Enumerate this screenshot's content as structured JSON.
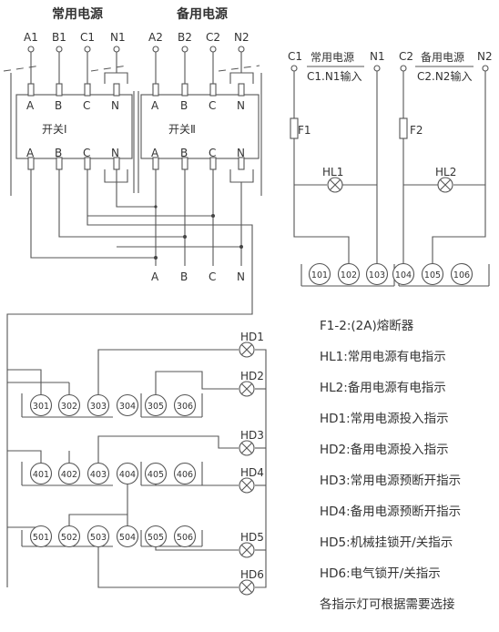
{
  "header": {
    "main_source": "常用电源",
    "backup_source": "备用电源"
  },
  "inputs": {
    "A1": "A1",
    "B1": "B1",
    "C1": "C1",
    "N1": "N1",
    "A2": "A2",
    "B2": "B2",
    "C2": "C2",
    "N2": "N2"
  },
  "switch1": {
    "label": "开关Ⅰ"
  },
  "switch2": {
    "label": "开关Ⅱ"
  },
  "phases": [
    "A",
    "B",
    "C",
    "N"
  ],
  "outputs": [
    "A",
    "B",
    "C",
    "N"
  ],
  "source_indicators": {
    "left_c": "C1",
    "left_n": "N1",
    "left_name": "常用电源",
    "left_sub": "C1.N1输入",
    "right_c": "C2",
    "right_n": "N2",
    "right_name": "备用电源",
    "right_sub": "C2.N2输入",
    "fuse1": "F1",
    "fuse2": "F2",
    "lamp1": "HL1",
    "lamp2": "HL2"
  },
  "terminals_top": [
    "101",
    "102",
    "103",
    "104",
    "105",
    "106"
  ],
  "terminals_300": [
    "301",
    "302",
    "303",
    "304",
    "305",
    "306"
  ],
  "terminals_400": [
    "401",
    "402",
    "403",
    "404",
    "405",
    "406"
  ],
  "terminals_500": [
    "501",
    "502",
    "503",
    "504",
    "505",
    "506"
  ],
  "lamps": {
    "hd1": "HD1",
    "hd2": "HD2",
    "hd3": "HD3",
    "hd4": "HD4",
    "hd5": "HD5",
    "hd6": "HD6"
  },
  "legend": [
    "F1-2:(2A)熔断器",
    "HL1:常用电源有电指示",
    "HL2:备用电源有电指示",
    "HD1:常用电源投入指示",
    "HD2:备用电源投入指示",
    "HD3:常用电源预断开指示",
    "HD4:备用电源预断开指示",
    "HD5:机械挂锁开/关指示",
    "HD6:电气锁开/关指示",
    "各指示灯可根据需要选接"
  ]
}
